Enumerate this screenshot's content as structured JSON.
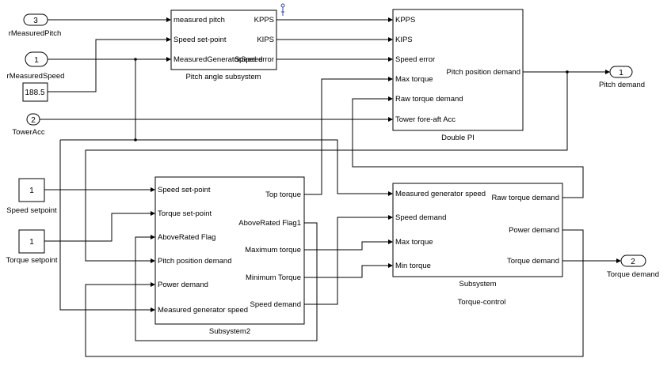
{
  "inports": {
    "rMeasuredPitch": {
      "num": "3",
      "label": "rMeasuredPitch"
    },
    "rMeasuredSpeed": {
      "num": "1",
      "label": "rMeasuredSpeed"
    },
    "TowerAcc": {
      "num": "2",
      "label": "TowerAcc"
    }
  },
  "constants": {
    "speed_const": "188.5",
    "speed_setpoint": {
      "value": "1",
      "label": "Speed setpoint"
    },
    "torque_setpoint": {
      "value": "1",
      "label": "Torque setpoint"
    }
  },
  "outports": {
    "pitch_demand": {
      "num": "1",
      "label": "Pitch demand"
    },
    "torque_demand": {
      "num": "2",
      "label": "Torque demand"
    }
  },
  "pitch_subsystem": {
    "title": "Pitch angle subsystem",
    "inputs": [
      "measured pitch",
      "Speed set-point",
      "MeasuredGeneratorSpeed"
    ],
    "outputs": [
      "KPPS",
      "KIPS",
      "Speed error"
    ]
  },
  "double_pi": {
    "title": "Double PI",
    "inputs": [
      "KPPS",
      "KIPS",
      "Speed error",
      "Max torque",
      "Raw torque demand",
      "Tower fore-aft Acc"
    ],
    "output": "Pitch position demand"
  },
  "subsystem2": {
    "title": "Subsystem2",
    "inputs": [
      "Speed set-point",
      "Torque set-point",
      "AboveRated Flag",
      "Pitch position demand",
      "Power demand",
      "Measured generator speed"
    ],
    "outputs": [
      "Top torque",
      "AboveRated Flag1",
      "Maximum torque",
      "Minimum Torque",
      "Speed demand"
    ]
  },
  "subsystem": {
    "title": "Subsystem",
    "inputs": [
      "Measured generator speed",
      "Speed demand",
      "Max torque",
      "Min torque"
    ],
    "outputs": [
      "Raw torque demand",
      "Power demand",
      "Torque demand"
    ]
  },
  "torque_control_label": "Torque-control"
}
